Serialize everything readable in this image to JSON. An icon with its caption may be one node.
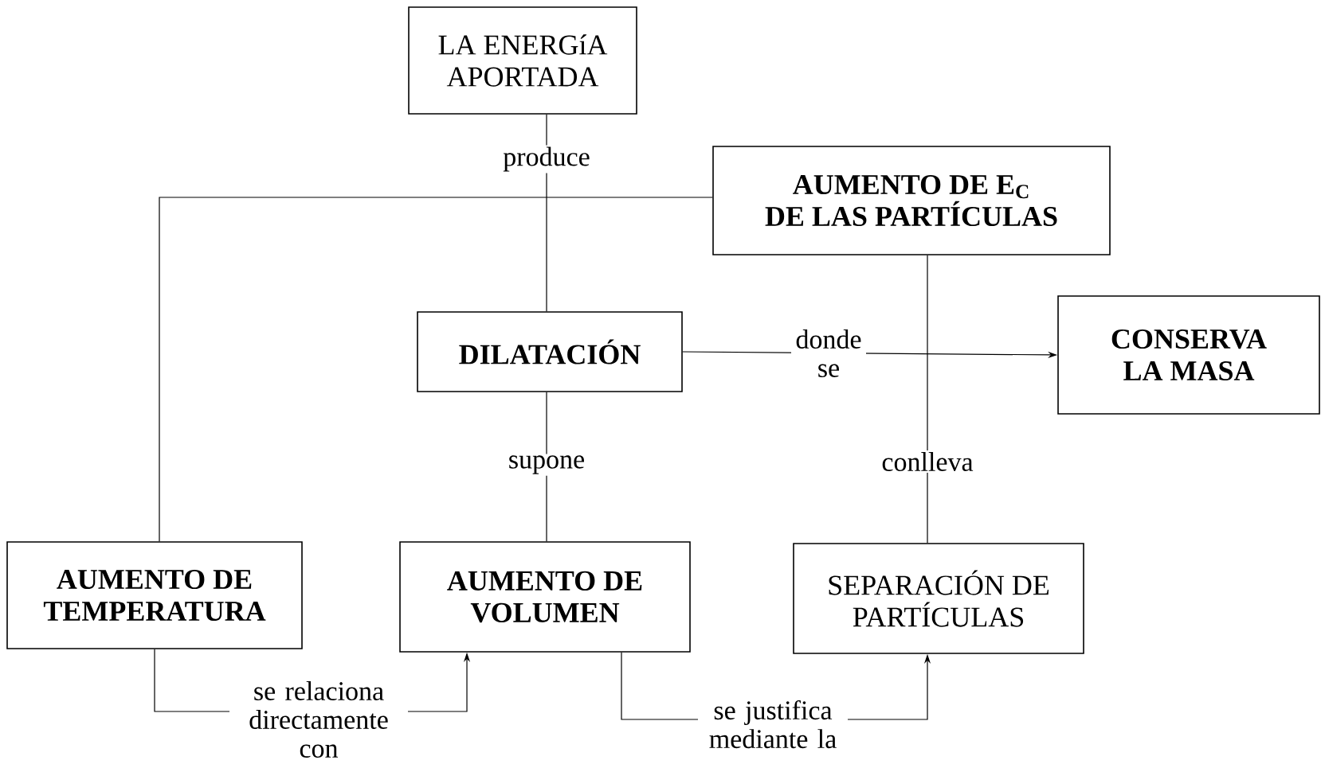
{
  "diagram": {
    "nodes": [
      {
        "text": [
          "LA ENERGíA APORTADA"
        ]
      },
      {
        "text": [
          "AUMENTO DE E$_{C}$ DE LAS PARTÍCULAS"
        ]
      },
      {
        "text": [
          "DILATACIÓN"
        ]
      },
      {
        "text": [
          "CONSERVA LA MASA"
        ]
      },
      {
        "text": [
          "AUMENTO DE TEMPERATURA"
        ]
      },
      {
        "text": [
          "AUMENTO DE VOLUMEN"
        ]
      },
      {
        "text": [
          "SEPARACIÓN DE PARTÍCULAS"
        ]
      }
    ],
    "edges": [
      {
        "from": 0,
        "to": 2,
        "arrow": "none",
        "label": "produce"
      },
      {
        "from": 1,
        "to": 4,
        "arrow": "none"
      },
      {
        "from": 1,
        "to": 6,
        "arrow": "none",
        "label": "conlleva"
      },
      {
        "from": 2,
        "to": 3,
        "arrow": "to",
        "label": "donde se"
      },
      {
        "from": 2,
        "to": 5,
        "arrow": "none",
        "label": "supone"
      },
      {
        "from": 4,
        "to": 5,
        "arrow": "to",
        "label": "se relaciona directamente con"
      },
      {
        "from": 5,
        "to": 6,
        "arrow": "to",
        "label": "se justifica mediante la"
      }
    ]
  }
}
